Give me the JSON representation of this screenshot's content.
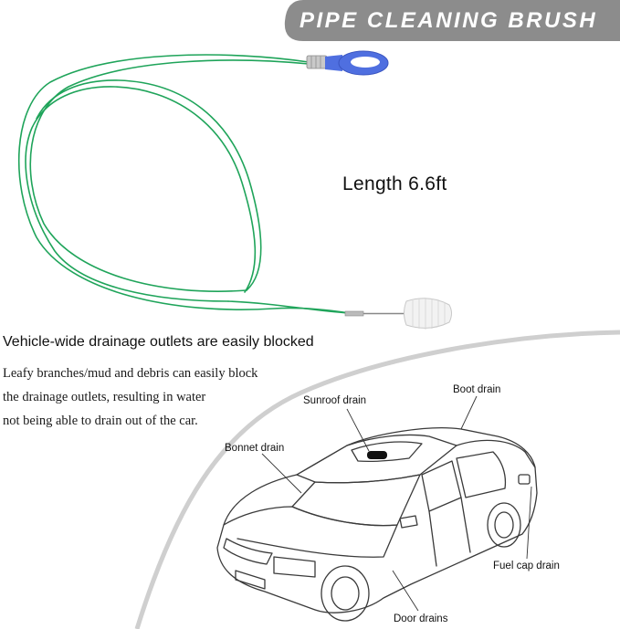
{
  "banner": {
    "title": "PIPE CLEANING BRUSH"
  },
  "product": {
    "length_label": "Length 6.6ft"
  },
  "info": {
    "heading": "Vehicle-wide drainage outlets are easily blocked",
    "lines": [
      "Leafy branches/mud and debris can easily block",
      "the drainage outlets, resulting in water",
      "not being able to drain out of the car."
    ]
  },
  "diagram": {
    "labels": {
      "sunroof": "Sunroof drain",
      "boot": "Boot drain",
      "bonnet": "Bonnet drain",
      "fuel_cap": "Fuel cap drain",
      "door": "Door drains"
    }
  },
  "colors": {
    "banner": "#8c8c8c",
    "cable": "#1fa45a",
    "handle": "#4f6fe0",
    "bristles": "#f2f2f2"
  }
}
